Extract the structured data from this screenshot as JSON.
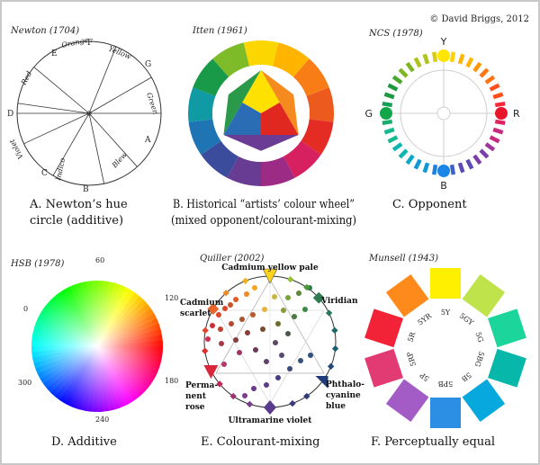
{
  "copyright": "© David Briggs, 2012",
  "colors": {
    "frame": "#c8c8c8",
    "ink": "#222222",
    "primary_red": "#e8162a",
    "primary_green": "#12a64a",
    "primary_yellow": "#ffe600",
    "primary_blue": "#1a86e6"
  },
  "panels": [
    {
      "id": "newton",
      "title": "Newton (1704)",
      "caption_lines": [
        "A. Newton’s hue",
        "circle (additive)"
      ],
      "hue_labels": [
        "Red",
        "Orange",
        "Yellow",
        "Green",
        "Blew",
        "Indico",
        "Violet"
      ],
      "point_letters": [
        "D",
        "E",
        "F",
        "G",
        "A",
        "B",
        "C"
      ]
    },
    {
      "id": "itten",
      "title": "Itten (1961)",
      "caption_lines": [
        "B. Historical “artists’ colour wheel”",
        "(mixed opponent/colourant-mixing)"
      ],
      "ring_colors": [
        "#fcd600",
        "#ffb400",
        "#f97d17",
        "#ed5a1e",
        "#e52c24",
        "#d62060",
        "#9c2b86",
        "#673c92",
        "#3c4c9d",
        "#1f74b3",
        "#109aa4",
        "#189a48",
        "#7ebb28"
      ],
      "center_colors": {
        "yellow": "#ffe100",
        "red": "#e12820",
        "blue": "#2b6db5",
        "green": "#2a9a4a",
        "orange": "#f58a1f",
        "violet": "#6a3c94"
      }
    },
    {
      "id": "ncs",
      "title": "NCS (1978)",
      "caption_lines": [
        "C. Opponent"
      ],
      "pole_labels": {
        "top": "Y",
        "right": "R",
        "bottom": "B",
        "left": "G"
      },
      "tick_colors": [
        "#ffd200",
        "#ffb400",
        "#ff9500",
        "#ff7410",
        "#ff4e1c",
        "#f6283a",
        "#e02060",
        "#c52a7e",
        "#a0359c",
        "#7b3ea8",
        "#5a4bb4",
        "#3b5fcb",
        "#1d7fe0",
        "#1098d6",
        "#0aa8c8",
        "#0eb6b0",
        "#16ba90",
        "#14ae6c",
        "#139e56",
        "#1d9a40",
        "#4aa62c",
        "#7fb523",
        "#aec41c",
        "#d8cc14"
      ]
    },
    {
      "id": "hsb",
      "title": "HSB (1978)",
      "caption_lines": [
        "D. Additive"
      ],
      "degree_labels": [
        "60",
        "120",
        "180",
        "240",
        "300",
        "0"
      ]
    },
    {
      "id": "quiller",
      "title": "Quiller (2002)",
      "caption_lines": [
        "E. Colourant-mixing"
      ],
      "pigments": [
        {
          "lines": [
            "Cadmium yellow pale"
          ],
          "color": "#ffd21a"
        },
        {
          "lines": [
            "Viridian"
          ],
          "color": "#267a52"
        },
        {
          "lines": [
            "Phthalo-",
            "cyanine",
            "blue"
          ],
          "color": "#203c78"
        },
        {
          "lines": [
            "Ultramarine violet"
          ],
          "color": "#5b3c8c"
        },
        {
          "lines": [
            "Perma-",
            "nent",
            "rose"
          ],
          "color": "#d8263a"
        },
        {
          "lines": [
            "Cadmium",
            "scarlet"
          ],
          "color": "#e2462a"
        }
      ]
    },
    {
      "id": "munsell",
      "title": "Munsell (1943)",
      "caption_lines": [
        "F. Perceptually equal"
      ],
      "hues": [
        {
          "code": "5Y",
          "color": "#fff000"
        },
        {
          "code": "5GY",
          "color": "#bfe34a"
        },
        {
          "code": "5G",
          "color": "#1bd59a"
        },
        {
          "code": "5BG",
          "color": "#07b7aa"
        },
        {
          "code": "5B",
          "color": "#06a8dd"
        },
        {
          "code": "5PB",
          "color": "#2d8fe3"
        },
        {
          "code": "5P",
          "color": "#a35bc5"
        },
        {
          "code": "5RP",
          "color": "#e23a72"
        },
        {
          "code": "5R",
          "color": "#f22237"
        },
        {
          "code": "5YR",
          "color": "#ff8a1c"
        }
      ]
    }
  ]
}
